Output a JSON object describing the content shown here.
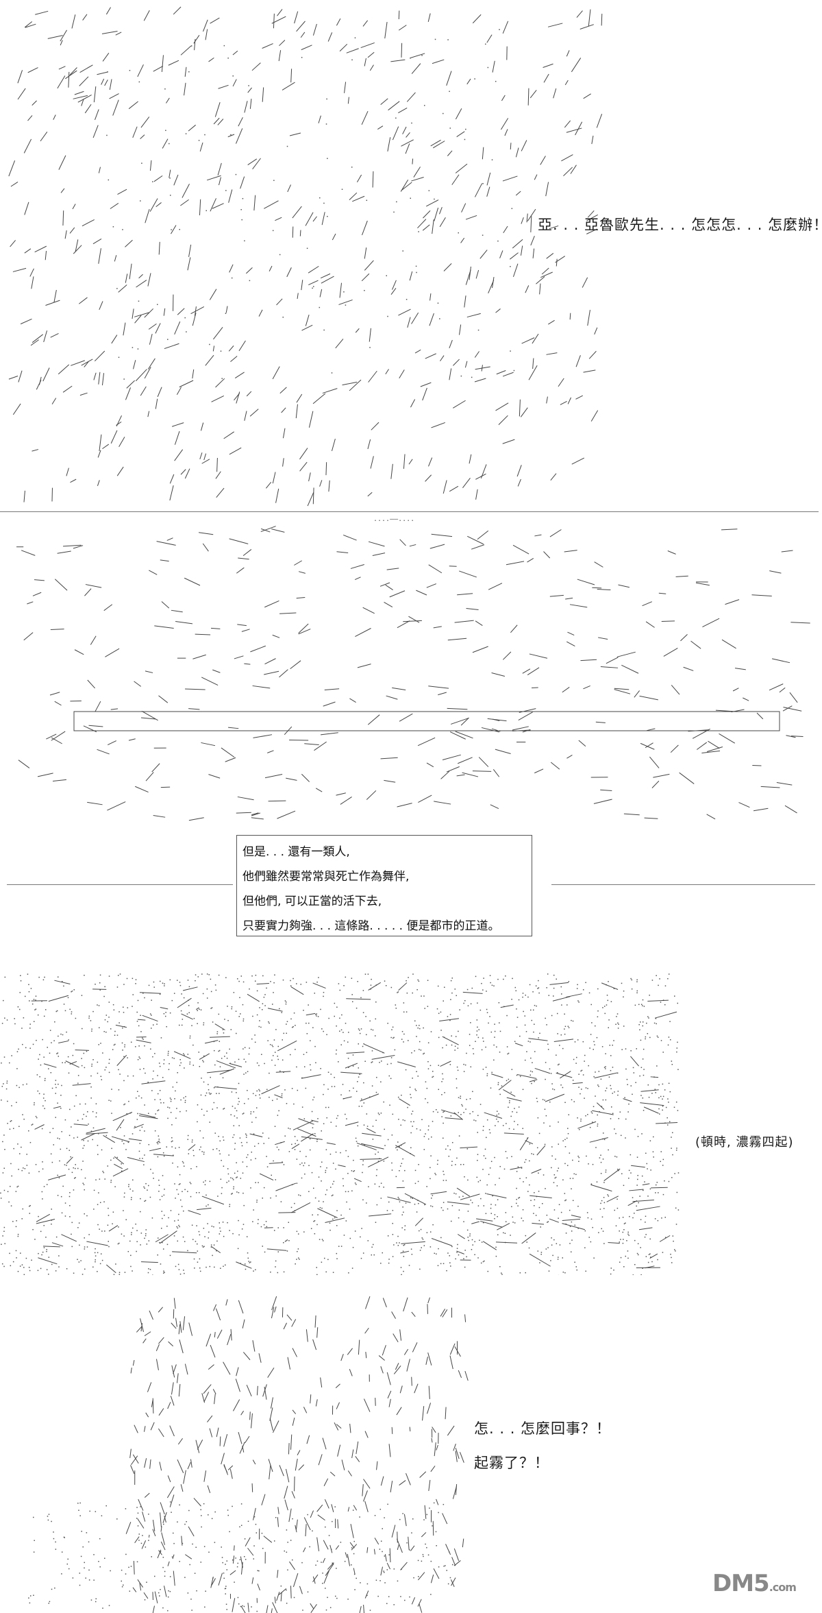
{
  "panel1": {
    "dialogue": "亞. . . 亞魯歐先生. . . 怎怎怎. . . 怎麼辦！"
  },
  "separator": {
    "dots": "....——...."
  },
  "panel2": {
    "caption_lines": [
      "但是. . . 還有一類人,",
      "他們雖然要常常與死亡作為舞伴,",
      "但他們, 可以正當的活下去,",
      "只要實力夠強. . . 這條路. . . . . 便是都市的正道。"
    ]
  },
  "panel3": {
    "narration": "(頓時, 濃霧四起)"
  },
  "panel4": {
    "dialogue": [
      "怎. . . 怎麼回事？！",
      "起霧了？！"
    ]
  },
  "watermark": {
    "logo": "DM5",
    "suffix": ".com"
  }
}
